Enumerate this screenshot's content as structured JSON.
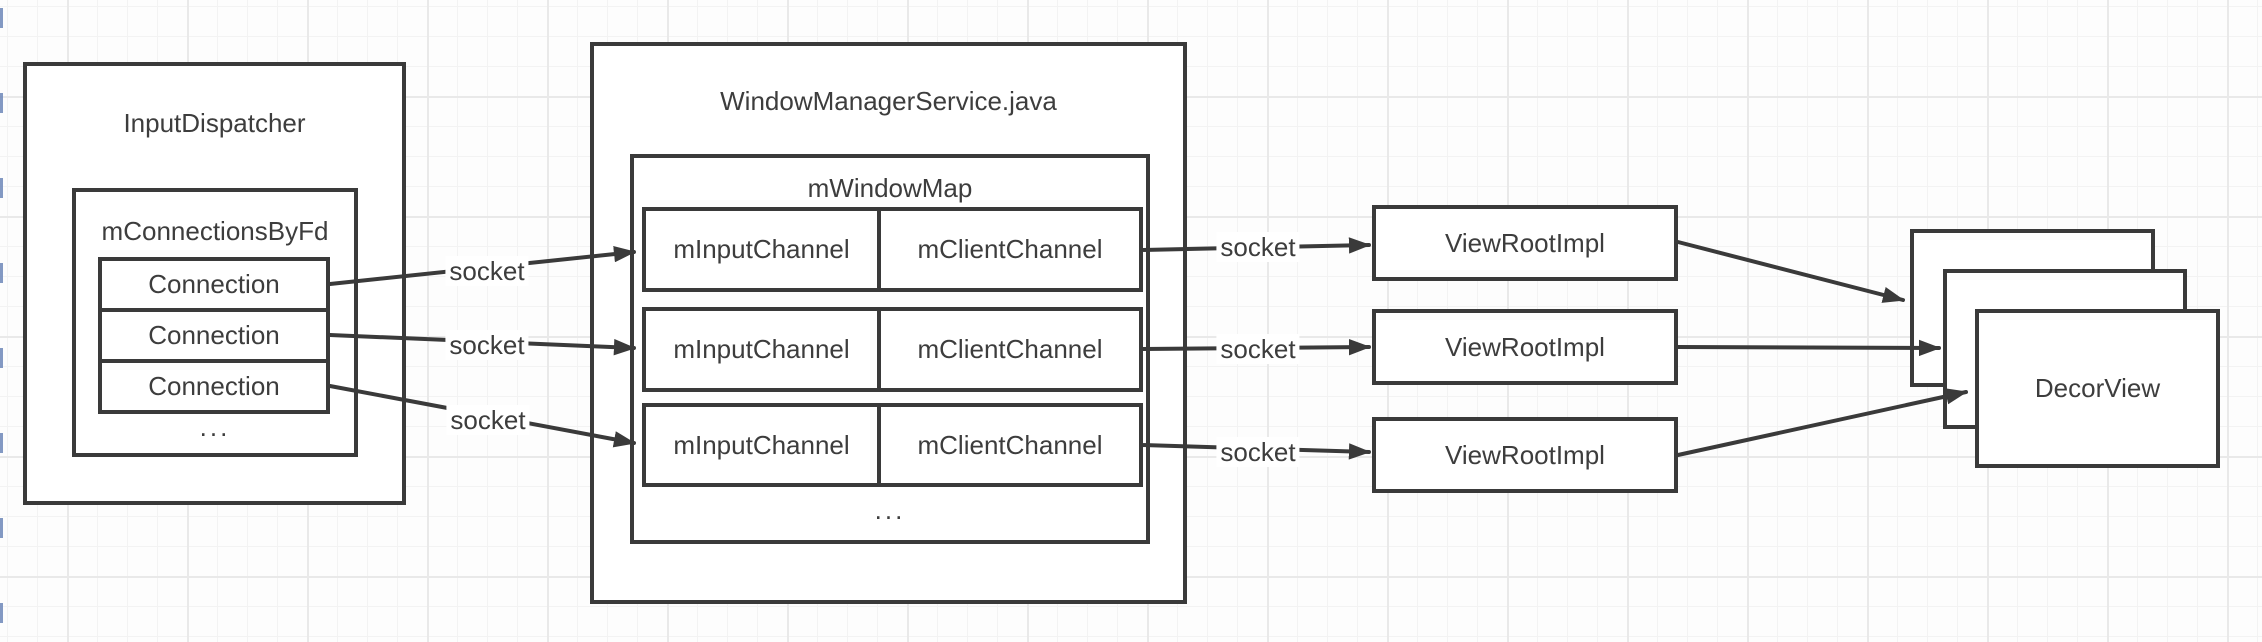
{
  "input_dispatcher": {
    "title": "InputDispatcher",
    "connections_by_fd": {
      "title": "mConnectionsByFd",
      "items": [
        "Connection",
        "Connection",
        "Connection"
      ],
      "more": "..."
    }
  },
  "window_manager_service": {
    "title": "WindowManagerService.java",
    "window_map": {
      "title": "mWindowMap",
      "rows": [
        {
          "input": "mInputChannel",
          "client": "mClientChannel"
        },
        {
          "input": "mInputChannel",
          "client": "mClientChannel"
        },
        {
          "input": "mInputChannel",
          "client": "mClientChannel"
        }
      ],
      "more": "..."
    }
  },
  "sockets": {
    "left": [
      "socket",
      "socket",
      "socket"
    ],
    "right": [
      "socket",
      "socket",
      "socket"
    ]
  },
  "view_root_impls": [
    "ViewRootImpl",
    "ViewRootImpl",
    "ViewRootImpl"
  ],
  "decor_view": {
    "title": "DecorView"
  },
  "colors": {
    "stroke": "#3a3a3a",
    "text": "#3d3d3d",
    "grid_minor": "#f3f3f3",
    "grid_major": "#e9e9e9",
    "background": "#fdfdfd",
    "edge_tick": "#6d87b8"
  }
}
